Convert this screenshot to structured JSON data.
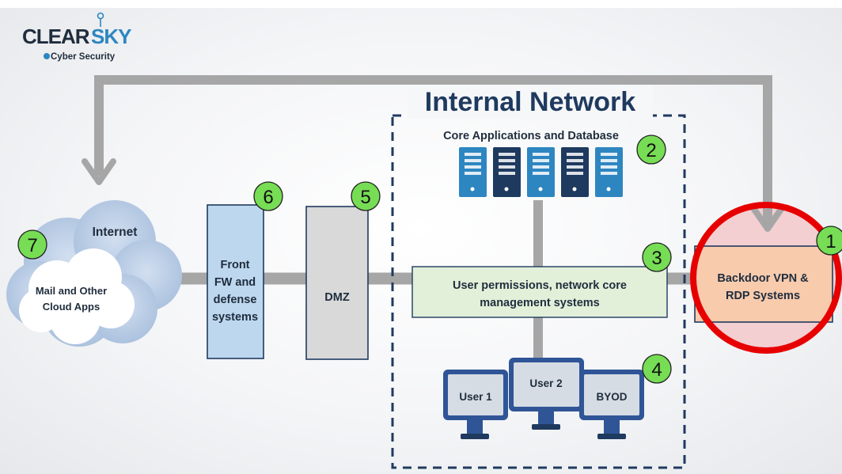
{
  "logo": {
    "brand_part1": "CLEAR",
    "brand_part2": "SKY",
    "tagline": "Cyber Security"
  },
  "title": "Internal Network",
  "core_label": "Core Applications and Database",
  "internet_label": "Internet",
  "cloud_apps": [
    "Mail and Other",
    "Cloud Apps"
  ],
  "front_fw": [
    "Front",
    "FW and",
    "defense",
    "systems"
  ],
  "dmz": "DMZ",
  "user_perm": [
    "User permissions, network core",
    "management systems"
  ],
  "backdoor": [
    "Backdoor VPN  &",
    "RDP Systems"
  ],
  "users": [
    "User 1",
    "User 2",
    "BYOD"
  ],
  "badges": [
    "1",
    "2",
    "3",
    "4",
    "5",
    "6",
    "7"
  ],
  "colors": {
    "badge_green": "#77dd55",
    "front_fill": "#bdd7ee",
    "dmz_fill": "#d9d9d9",
    "perm_fill": "#e2f0d9",
    "backdoor_fill": "#f8cbad",
    "highlight_ring": "#e60000",
    "connector": "#a6a6a6",
    "server_light": "#2e86c1",
    "server_dark": "#1f3a5f",
    "monitor": "#2f5597"
  }
}
